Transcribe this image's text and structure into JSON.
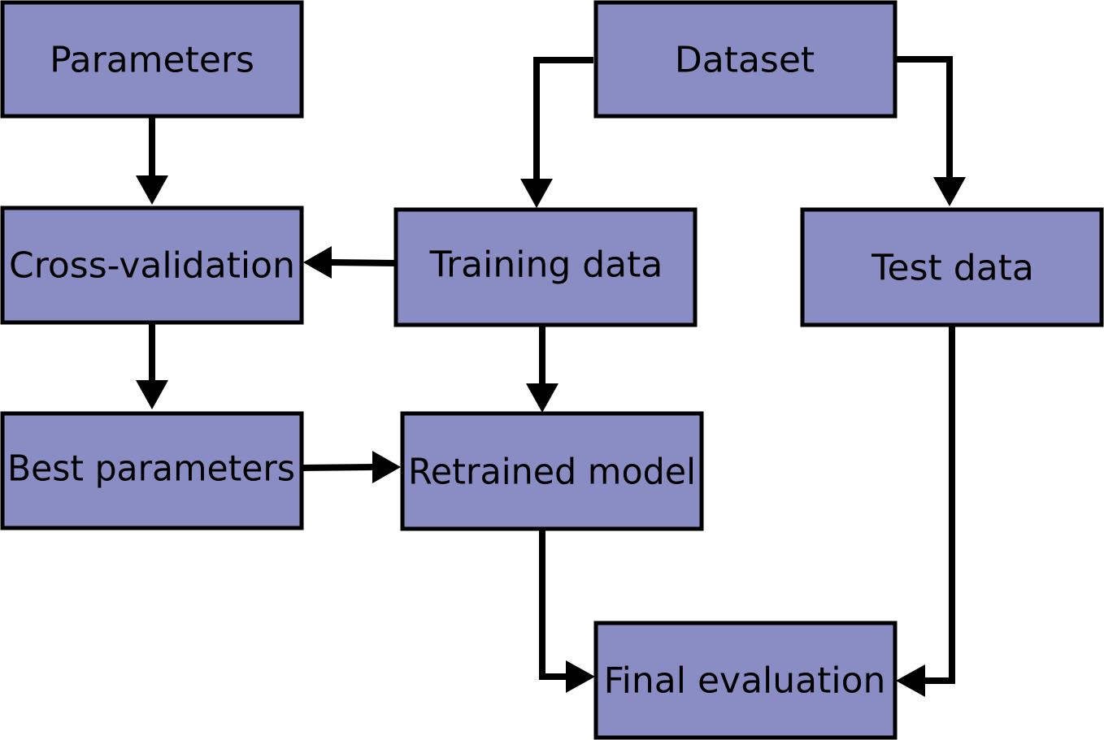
{
  "colors": {
    "node_fill": "#8a8cc4",
    "stroke": "#000000",
    "background": "#ffffff"
  },
  "nodes": {
    "parameters": "Parameters",
    "dataset": "Dataset",
    "cross_validation": "Cross-validation",
    "training_data": "Training data",
    "test_data": "Test data",
    "best_parameters": "Best parameters",
    "retrained_model": "Retrained model",
    "final_evaluation": "Final evaluation"
  },
  "edges": [
    {
      "from": "parameters",
      "to": "cross_validation"
    },
    {
      "from": "dataset",
      "to": "training_data"
    },
    {
      "from": "dataset",
      "to": "test_data"
    },
    {
      "from": "training_data",
      "to": "cross_validation"
    },
    {
      "from": "cross_validation",
      "to": "best_parameters"
    },
    {
      "from": "training_data",
      "to": "retrained_model"
    },
    {
      "from": "best_parameters",
      "to": "retrained_model"
    },
    {
      "from": "retrained_model",
      "to": "final_evaluation"
    },
    {
      "from": "test_data",
      "to": "final_evaluation"
    }
  ]
}
